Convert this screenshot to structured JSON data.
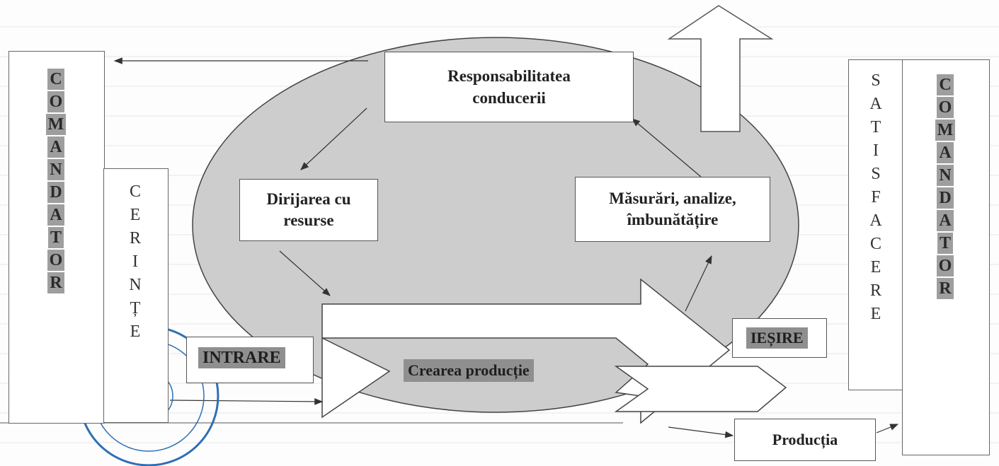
{
  "boxes": {
    "responsabilitatea": "Responsabilitatea\nconducerii",
    "dirijarea": "Dirijarea cu\nresurse",
    "masurari": "Măsurări, analize,\nîmbunătățire",
    "productia": "Producția"
  },
  "labels": {
    "intrare": "INTRARE",
    "iesire": "IEȘIRE",
    "crearea": "Crearea producție"
  },
  "columns": {
    "comandator_left": [
      "C",
      "O",
      "M",
      "A",
      "N",
      "D",
      "A",
      "T",
      "O",
      "R"
    ],
    "cerinte": [
      "C",
      "E",
      "R",
      "I",
      "N",
      "Ț",
      "E"
    ],
    "satisfacere": [
      "S",
      "A",
      "T",
      "I",
      "S",
      "F",
      "A",
      "C",
      "E",
      "R",
      "E"
    ],
    "comandator_right": [
      "C",
      "O",
      "M",
      "A",
      "N",
      "D",
      "A",
      "T",
      "O",
      "R"
    ]
  },
  "colors": {
    "ellipse": "#cfcfcf",
    "shade": "#9e9e9e",
    "stamp": "#2f6fb5"
  }
}
